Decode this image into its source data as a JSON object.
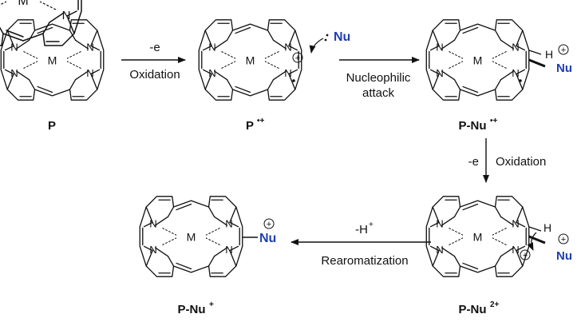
{
  "atoms": {
    "nitrogen": "N",
    "metal": "M",
    "hydrogen": "H",
    "nucleophile": "Nu"
  },
  "charge_symbol": "+",
  "compounds": [
    {
      "id": "P",
      "label": "P",
      "superscript": ""
    },
    {
      "id": "P_radical_cation",
      "label": "P",
      "superscript": "•+"
    },
    {
      "id": "P_Nu_radical_cation",
      "label": "P-Nu",
      "superscript": "•+"
    },
    {
      "id": "P_Nu_dication",
      "label": "P-Nu",
      "superscript": "2+"
    },
    {
      "id": "P_Nu_cation",
      "label": "P-Nu",
      "superscript": "+"
    }
  ],
  "steps": {
    "oxidation1": {
      "top": "-e",
      "bottom": "Oxidation"
    },
    "nucleophilic": {
      "line1": "Nucleophilic",
      "line2": "attack"
    },
    "oxidation2": {
      "left": "-e",
      "right": "Oxidation"
    },
    "rearomatization": {
      "top": "-H",
      "top_sup": "+",
      "bottom": "Rearomatization"
    }
  },
  "colors": {
    "nucleophile": "#1f3fb0",
    "bonds": "#111111"
  }
}
